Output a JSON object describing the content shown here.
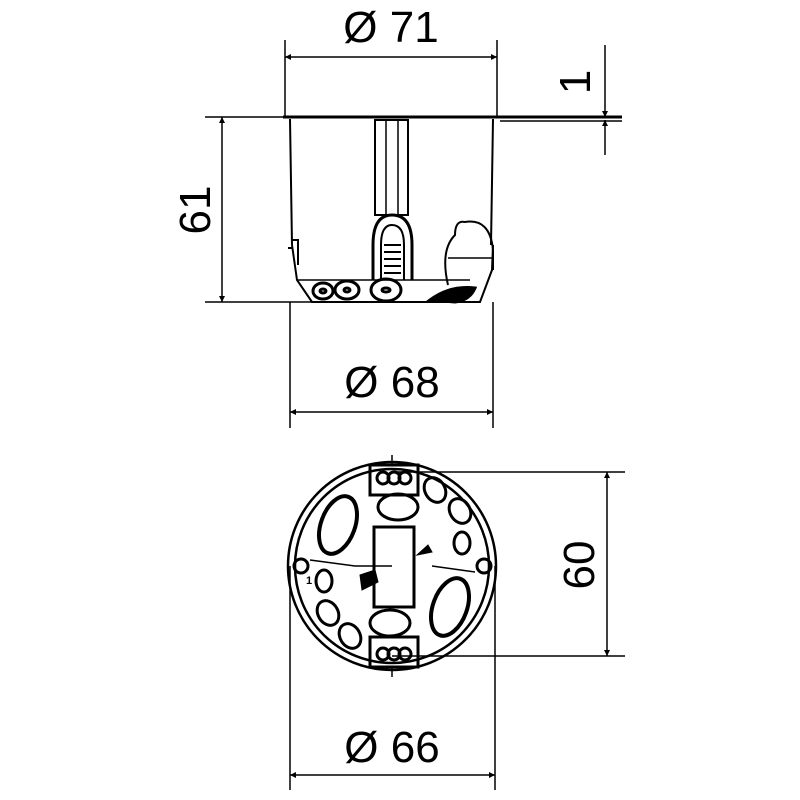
{
  "dimensions": {
    "top_diameter": "Ø 71",
    "flange_thickness": "1",
    "height": "61",
    "body_diameter": "Ø 68",
    "mount_spacing": "60",
    "bottom_diameter": "Ø 66"
  },
  "part_marking": "1",
  "colors": {
    "line": "#000000",
    "background": "#ffffff"
  }
}
